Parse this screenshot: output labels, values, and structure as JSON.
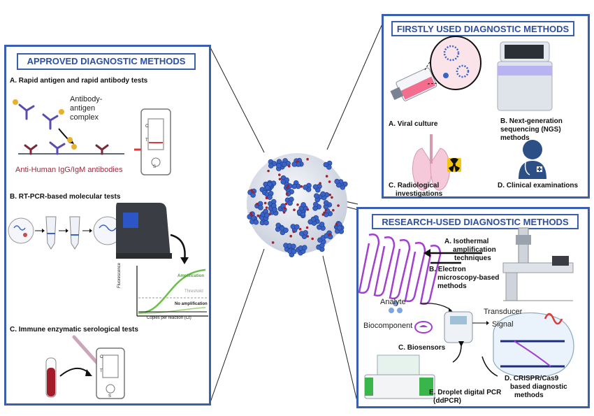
{
  "center": {
    "label": "virus-particle"
  },
  "approved": {
    "title": "APPROVED DIAGNOSTIC METHODS",
    "a_label": "A. Rapid antigen and rapid antibody tests",
    "complex_line1": "Antibody-",
    "complex_line2": "antigen",
    "complex_line3": "complex",
    "antibodies_label": "Anti-Human IgG/IgM antibodies",
    "b_label": "B. RT-PCR-based molecular tests",
    "amplification": "Amplification",
    "threshold": "Threshold",
    "no_amplification": "No amplification",
    "y_axis": "Fluorescence",
    "x_axis": "Copies per reaction (Ct)",
    "c_label": "C. Immune enzymatic serological  tests",
    "cassette_c": "C",
    "cassette_t": "T",
    "cassette_s": "S"
  },
  "firstly": {
    "title": "FIRSTLY USED DIAGNOSTIC METHODS",
    "a_label": "A. Viral culture",
    "b_line1": "B. Next-generation",
    "b_line2": "sequencing (NGS)",
    "b_line3": "methods",
    "c_line1": "C. Radiological",
    "c_line2": "investigations",
    "d_label": "D. Clinical examinations"
  },
  "research": {
    "title": "RESEARCH-USED DIAGNOSTIC METHODS",
    "a_line1": "A. Isothermal",
    "a_line2": "amplification",
    "a_line3": "techniques",
    "b_line1": "B. Electron",
    "b_line2": "microscopy-based",
    "b_line3": "methods",
    "analyte": "Analyte",
    "transducer": "Transducer",
    "signal": "Signal",
    "biocomponent": "Biocomponent",
    "c_label": "C. Biosensors",
    "d_line1": "D. CRISPR/Cas9",
    "d_line2": "based diagnostic",
    "d_line3": "methods",
    "e_line1": "E. Droplet digital PCR",
    "e_line2": "(ddPCR)"
  },
  "colors": {
    "panel_border": "#3a5fb0",
    "title_text": "#2b4fa3",
    "virus_spike": "#3b63c4",
    "virus_body": "#e9ecf3",
    "amplification_curve": "#6cc04a",
    "antibody_label": "#9b2b3a",
    "red_arrow": "#d93a3a",
    "dna_purple": "#a23fd0"
  }
}
